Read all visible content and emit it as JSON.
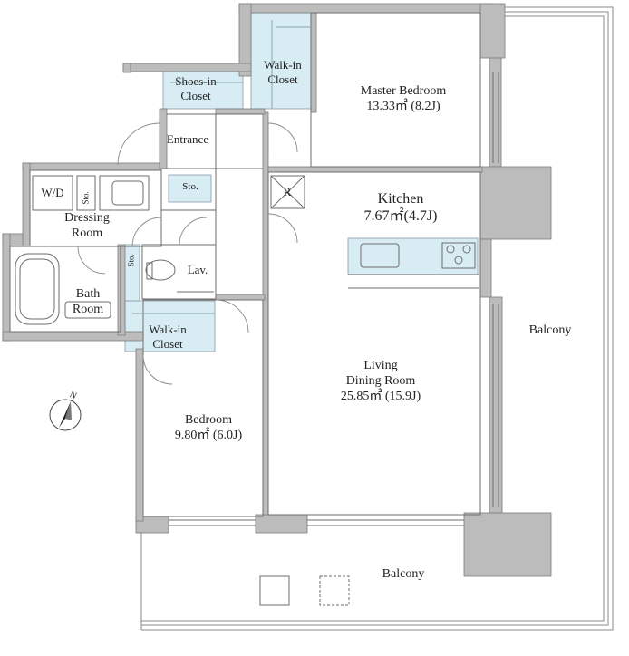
{
  "rooms": {
    "master_bedroom": {
      "name": "Master Bedroom",
      "area": "13.33㎡ (8.2J)"
    },
    "kitchen": {
      "name": "Kitchen",
      "area": "7.67㎡(4.7J)"
    },
    "living": {
      "name_line1": "Living",
      "name_line2": "Dining Room",
      "area": "25.85㎡ (15.9J)"
    },
    "bedroom": {
      "name": "Bedroom",
      "area": "9.80㎡ (6.0J)"
    },
    "bath": {
      "line1": "Bath",
      "line2": "Room"
    },
    "dressing": {
      "line1": "Dressing",
      "line2": "Room"
    },
    "walkin_top": {
      "line1": "Walk-in",
      "line2": "Closet"
    },
    "walkin_mid": {
      "line1": "Walk-in",
      "line2": "Closet"
    },
    "shoes": {
      "line1": "Shoes-in",
      "line2": "Closet"
    },
    "entrance": "Entrance",
    "lav": "Lav.",
    "wd": "W/D",
    "sto_dressing": "Sto.",
    "sto_hall": "Sto.",
    "sto_bath": "Sto.",
    "fridge": "R",
    "balcony_right": "Balcony",
    "balcony_bottom": "Balcony"
  },
  "compass": {
    "north_label": "N"
  },
  "colors": {
    "wall": "#bcbcbc",
    "closet": "#d8ecf4",
    "line": "#6e6e6e"
  }
}
